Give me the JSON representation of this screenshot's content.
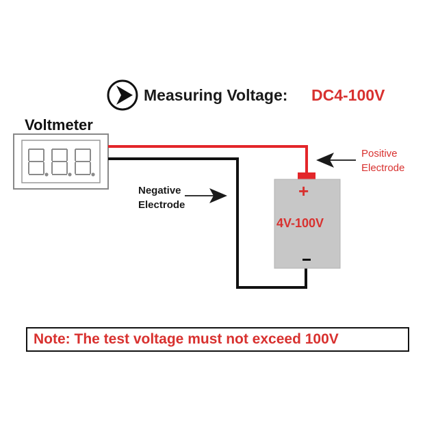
{
  "header": {
    "title": "Measuring Voltage:",
    "range": "DC4-100V",
    "arrow_icon": "arrow-right-circle-icon"
  },
  "voltmeter": {
    "label": "Voltmeter",
    "display_digits": "8.8.8."
  },
  "labels": {
    "negative": "Negative\nElectrode",
    "positive": "Positive\nElectrode"
  },
  "battery": {
    "range": "4V-100V",
    "plus": "+",
    "minus": "−"
  },
  "note": "Note: The test voltage must not exceed 100V",
  "colors": {
    "accent_red": "#d8312f",
    "wire_red": "#e3262a",
    "wire_black": "#111111",
    "battery_gray": "#c7c7c7",
    "text_dark": "#1a1a1a"
  }
}
